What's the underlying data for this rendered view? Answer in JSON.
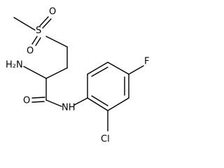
{
  "structure": {
    "atoms": [
      {
        "id": "S",
        "label": "S"
      },
      {
        "id": "O1",
        "label": "O"
      },
      {
        "id": "O2",
        "label": "O"
      },
      {
        "id": "NH2",
        "label": "H₂N"
      },
      {
        "id": "O3",
        "label": "O"
      },
      {
        "id": "NH",
        "label": "NH"
      },
      {
        "id": "F",
        "label": "F"
      },
      {
        "id": "Cl",
        "label": "Cl"
      }
    ]
  }
}
